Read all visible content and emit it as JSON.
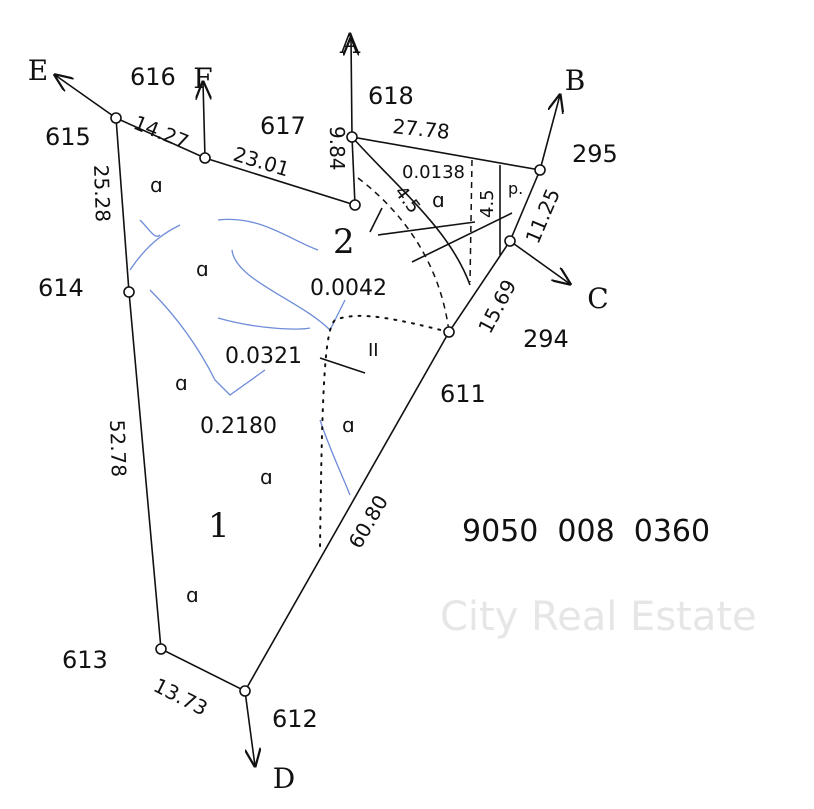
{
  "points": {
    "p615": "615",
    "p616": "616",
    "p617": "617",
    "p618": "618",
    "p295": "295",
    "p294": "294",
    "p611": "611",
    "p612": "612",
    "p613": "613",
    "p614": "614"
  },
  "directions": {
    "A": "A",
    "B": "B",
    "C": "C",
    "D": "D",
    "E": "E",
    "F": "F"
  },
  "distances": {
    "d615_616": "14.27",
    "d616_617": "23.01",
    "d617_618": "9.84",
    "d618_295": "27.78",
    "d295_294": "11.25",
    "d294_611": "15.69",
    "d611_612": "60.80",
    "d612_613": "13.73",
    "d613_614": "52.78",
    "d614_615": "25.28",
    "offset1": "4.5",
    "offset2": "4.5"
  },
  "parcels": {
    "p1": "1",
    "p2": "2",
    "area_main": "0.2180",
    "area_2": "0.0042",
    "area_a": "0.0138",
    "area_b": "0.0321",
    "mark_ii": "II",
    "mark_p": "p.",
    "land_a": "ɑ"
  },
  "parcel_id": "9050  008  0360",
  "watermark": "City Real Estate"
}
